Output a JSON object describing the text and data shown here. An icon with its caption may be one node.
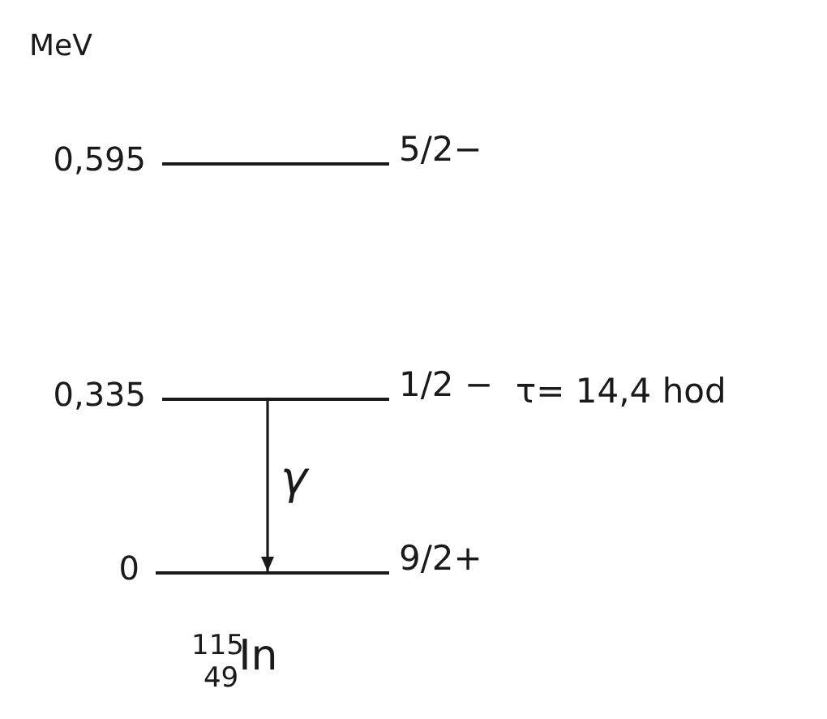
{
  "diagram": {
    "nodes": [
      {
        "text": [],
        "shape": "bar",
        "beside": [
          "0,595",
          "5/2−"
        ]
      },
      {
        "text": [],
        "shape": "bar",
        "beside": [
          "0,335",
          "1/2 −"
        ]
      },
      {
        "text": [],
        "shape": "bar",
        "beside": [
          "0",
          "9/2+"
        ]
      }
    ],
    "edges": [
      {
        "from": 1,
        "to": 2,
        "arrow": "to",
        "label": "γ"
      }
    ],
    "labels": [
      "MeV",
      "τ= 14,4 hod",
      "$^{115}$$_{49}$In"
    ]
  }
}
